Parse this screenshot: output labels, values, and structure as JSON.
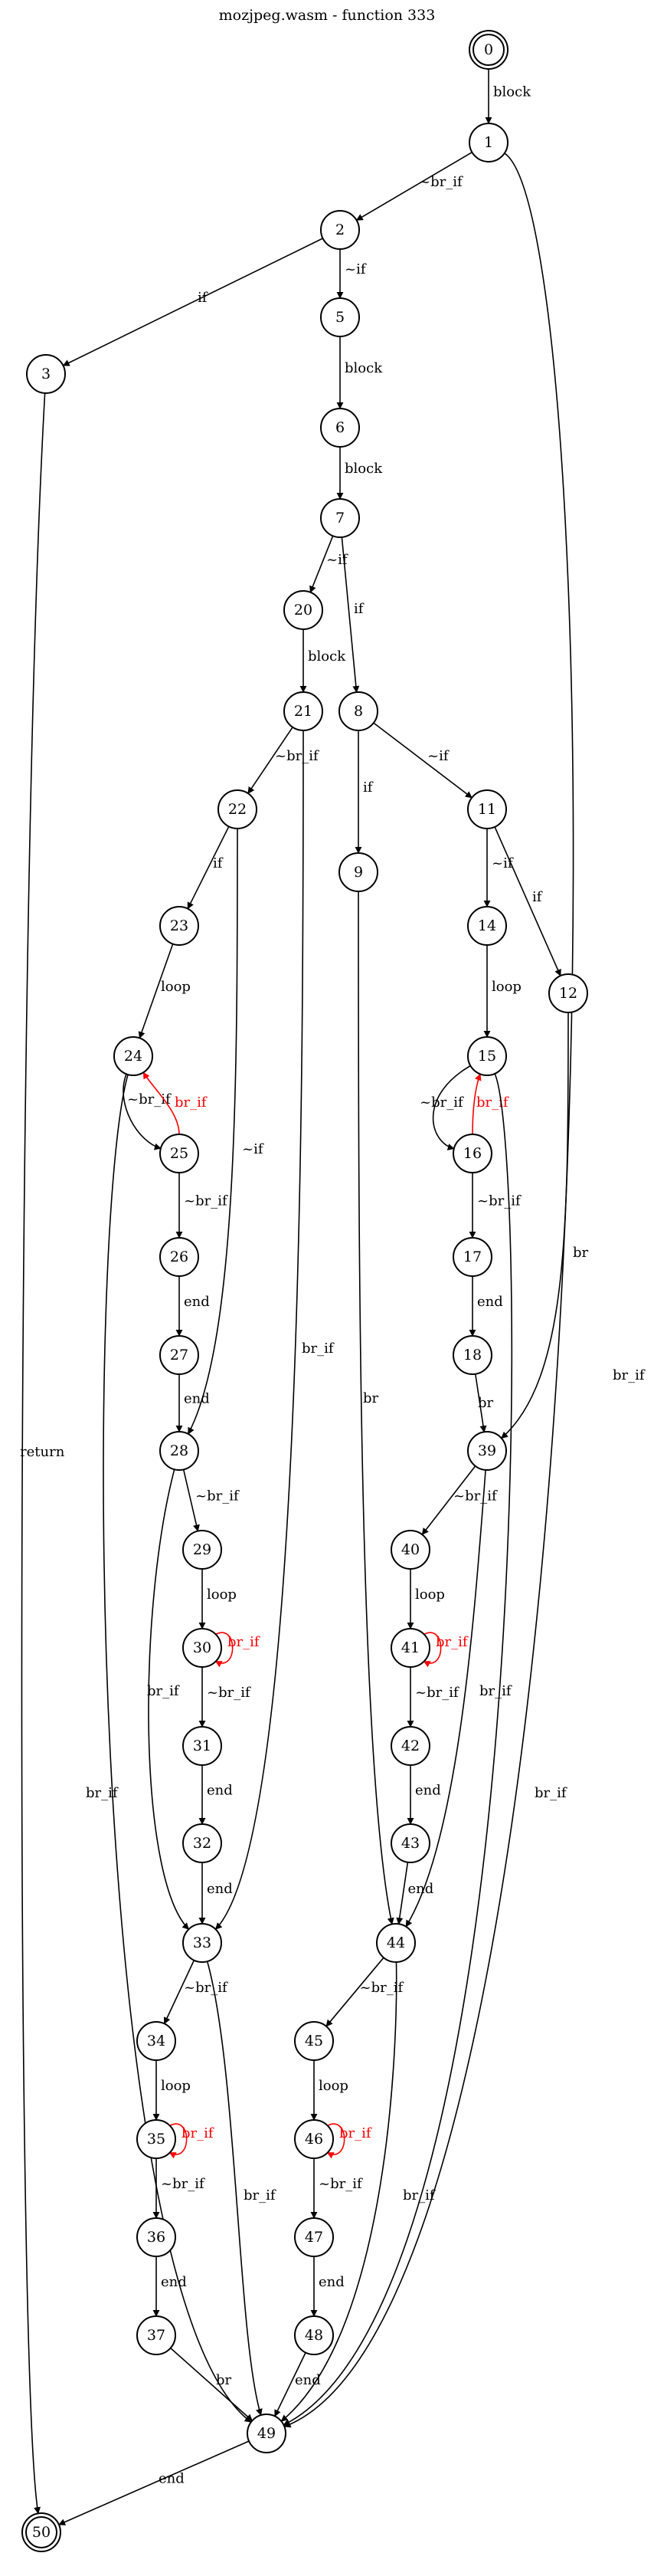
{
  "title": "mozjpeg.wasm - function 333",
  "colors": {
    "normal": "#000000",
    "loop": "#ff0000"
  },
  "nodes": [
    {
      "id": "0",
      "final": true
    },
    {
      "id": "1"
    },
    {
      "id": "2"
    },
    {
      "id": "3"
    },
    {
      "id": "5"
    },
    {
      "id": "6"
    },
    {
      "id": "7"
    },
    {
      "id": "20"
    },
    {
      "id": "8"
    },
    {
      "id": "21"
    },
    {
      "id": "22"
    },
    {
      "id": "9"
    },
    {
      "id": "11"
    },
    {
      "id": "23"
    },
    {
      "id": "14"
    },
    {
      "id": "12"
    },
    {
      "id": "24"
    },
    {
      "id": "15"
    },
    {
      "id": "25"
    },
    {
      "id": "16"
    },
    {
      "id": "26"
    },
    {
      "id": "17"
    },
    {
      "id": "27"
    },
    {
      "id": "18"
    },
    {
      "id": "28"
    },
    {
      "id": "39"
    },
    {
      "id": "29"
    },
    {
      "id": "40"
    },
    {
      "id": "30"
    },
    {
      "id": "41"
    },
    {
      "id": "31"
    },
    {
      "id": "42"
    },
    {
      "id": "32"
    },
    {
      "id": "43"
    },
    {
      "id": "33"
    },
    {
      "id": "44"
    },
    {
      "id": "34"
    },
    {
      "id": "45"
    },
    {
      "id": "35"
    },
    {
      "id": "46"
    },
    {
      "id": "36"
    },
    {
      "id": "47"
    },
    {
      "id": "37"
    },
    {
      "id": "48"
    },
    {
      "id": "49"
    },
    {
      "id": "50",
      "final": true
    }
  ],
  "edges": [
    {
      "from": "0",
      "to": "1",
      "label": "block"
    },
    {
      "from": "1",
      "to": "2",
      "label": "~br_if"
    },
    {
      "from": "1",
      "to": "49",
      "label": "br_if"
    },
    {
      "from": "2",
      "to": "3",
      "label": "if"
    },
    {
      "from": "2",
      "to": "5",
      "label": "~if"
    },
    {
      "from": "3",
      "to": "50",
      "label": "return"
    },
    {
      "from": "5",
      "to": "6",
      "label": "block"
    },
    {
      "from": "6",
      "to": "7",
      "label": "block"
    },
    {
      "from": "7",
      "to": "20",
      "label": "~if"
    },
    {
      "from": "7",
      "to": "8",
      "label": "if"
    },
    {
      "from": "20",
      "to": "21",
      "label": "block"
    },
    {
      "from": "21",
      "to": "22",
      "label": "~br_if"
    },
    {
      "from": "21",
      "to": "33",
      "label": "br_if"
    },
    {
      "from": "8",
      "to": "9",
      "label": "if"
    },
    {
      "from": "8",
      "to": "11",
      "label": "~if"
    },
    {
      "from": "22",
      "to": "23",
      "label": "if"
    },
    {
      "from": "22",
      "to": "28",
      "label": "~if"
    },
    {
      "from": "9",
      "to": "44",
      "label": "br"
    },
    {
      "from": "11",
      "to": "14",
      "label": "~if"
    },
    {
      "from": "11",
      "to": "12",
      "label": "if"
    },
    {
      "from": "23",
      "to": "24",
      "label": "loop"
    },
    {
      "from": "14",
      "to": "15",
      "label": "loop"
    },
    {
      "from": "12",
      "to": "39",
      "label": "br"
    },
    {
      "from": "24",
      "to": "25",
      "label": "~br_if"
    },
    {
      "from": "25",
      "to": "24",
      "label": "br_if",
      "loop": true
    },
    {
      "from": "24",
      "to": "49",
      "label": "br_if"
    },
    {
      "from": "15",
      "to": "16",
      "label": "~br_if"
    },
    {
      "from": "16",
      "to": "15",
      "label": "br_if",
      "loop": true
    },
    {
      "from": "15",
      "to": "49",
      "label": "br_if"
    },
    {
      "from": "25",
      "to": "26",
      "label": "~br_if"
    },
    {
      "from": "16",
      "to": "17",
      "label": "~br_if"
    },
    {
      "from": "26",
      "to": "27",
      "label": "end"
    },
    {
      "from": "17",
      "to": "18",
      "label": "end"
    },
    {
      "from": "27",
      "to": "28",
      "label": "end"
    },
    {
      "from": "18",
      "to": "39",
      "label": "br"
    },
    {
      "from": "28",
      "to": "29",
      "label": "~br_if"
    },
    {
      "from": "28",
      "to": "33",
      "label": "br_if"
    },
    {
      "from": "39",
      "to": "40",
      "label": "~br_if"
    },
    {
      "from": "39",
      "to": "44",
      "label": "br_if"
    },
    {
      "from": "29",
      "to": "30",
      "label": "loop"
    },
    {
      "from": "40",
      "to": "41",
      "label": "loop"
    },
    {
      "from": "30",
      "to": "30",
      "label": "br_if",
      "loop": true
    },
    {
      "from": "41",
      "to": "41",
      "label": "br_if",
      "loop": true
    },
    {
      "from": "30",
      "to": "31",
      "label": "~br_if"
    },
    {
      "from": "41",
      "to": "42",
      "label": "~br_if"
    },
    {
      "from": "31",
      "to": "32",
      "label": "end"
    },
    {
      "from": "42",
      "to": "43",
      "label": "end"
    },
    {
      "from": "32",
      "to": "33",
      "label": "end"
    },
    {
      "from": "43",
      "to": "44",
      "label": "end"
    },
    {
      "from": "33",
      "to": "34",
      "label": "~br_if"
    },
    {
      "from": "33",
      "to": "49",
      "label": "br_if"
    },
    {
      "from": "44",
      "to": "45",
      "label": "~br_if"
    },
    {
      "from": "44",
      "to": "49",
      "label": "br_if"
    },
    {
      "from": "34",
      "to": "35",
      "label": "loop"
    },
    {
      "from": "45",
      "to": "46",
      "label": "loop"
    },
    {
      "from": "35",
      "to": "35",
      "label": "br_if",
      "loop": true
    },
    {
      "from": "46",
      "to": "46",
      "label": "br_if",
      "loop": true
    },
    {
      "from": "35",
      "to": "36",
      "label": "~br_if"
    },
    {
      "from": "46",
      "to": "47",
      "label": "~br_if"
    },
    {
      "from": "36",
      "to": "37",
      "label": "end"
    },
    {
      "from": "47",
      "to": "48",
      "label": "end"
    },
    {
      "from": "37",
      "to": "49",
      "label": "br"
    },
    {
      "from": "48",
      "to": "49",
      "label": "end"
    },
    {
      "from": "49",
      "to": "50",
      "label": "end"
    }
  ]
}
